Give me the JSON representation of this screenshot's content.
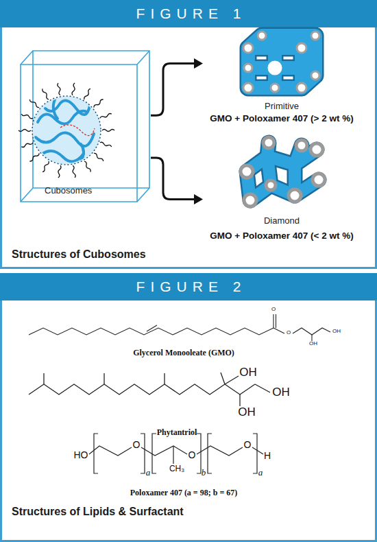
{
  "diagram": {
    "nodes": [
      {
        "text": [
          "FIGURE 1",
          "Structures of Cubosomes"
        ]
      },
      {
        "text": [
          "Cubosomes"
        ],
        "in": 0
      },
      {
        "text": [
          "Primitive",
          "GMO + Poloxamer 407 (> 2 wt %)"
        ],
        "in": 0
      },
      {
        "text": [
          "Diamond",
          "GMO + Poloxamer 407 (< 2 wt %)"
        ],
        "in": 0
      },
      {
        "text": [
          "FIGURE 2",
          "Structures of Lipids & Surfactant"
        ]
      }
    ],
    "edges": [
      {
        "from": 1,
        "to": 2,
        "arrow": "to"
      },
      {
        "from": 1,
        "to": 3,
        "arrow": "to"
      }
    ],
    "labels": [
      "O",
      "O",
      "OH",
      "OH",
      "Glycerol Monooleate (GMO)",
      "OH",
      "OH",
      "OH",
      "Phytantriol",
      "HO",
      "O",
      "a",
      "CH₃",
      "O",
      "b",
      "O",
      "a",
      "H",
      "Poloxamer 407 (a = 98; b = 67)"
    ]
  }
}
